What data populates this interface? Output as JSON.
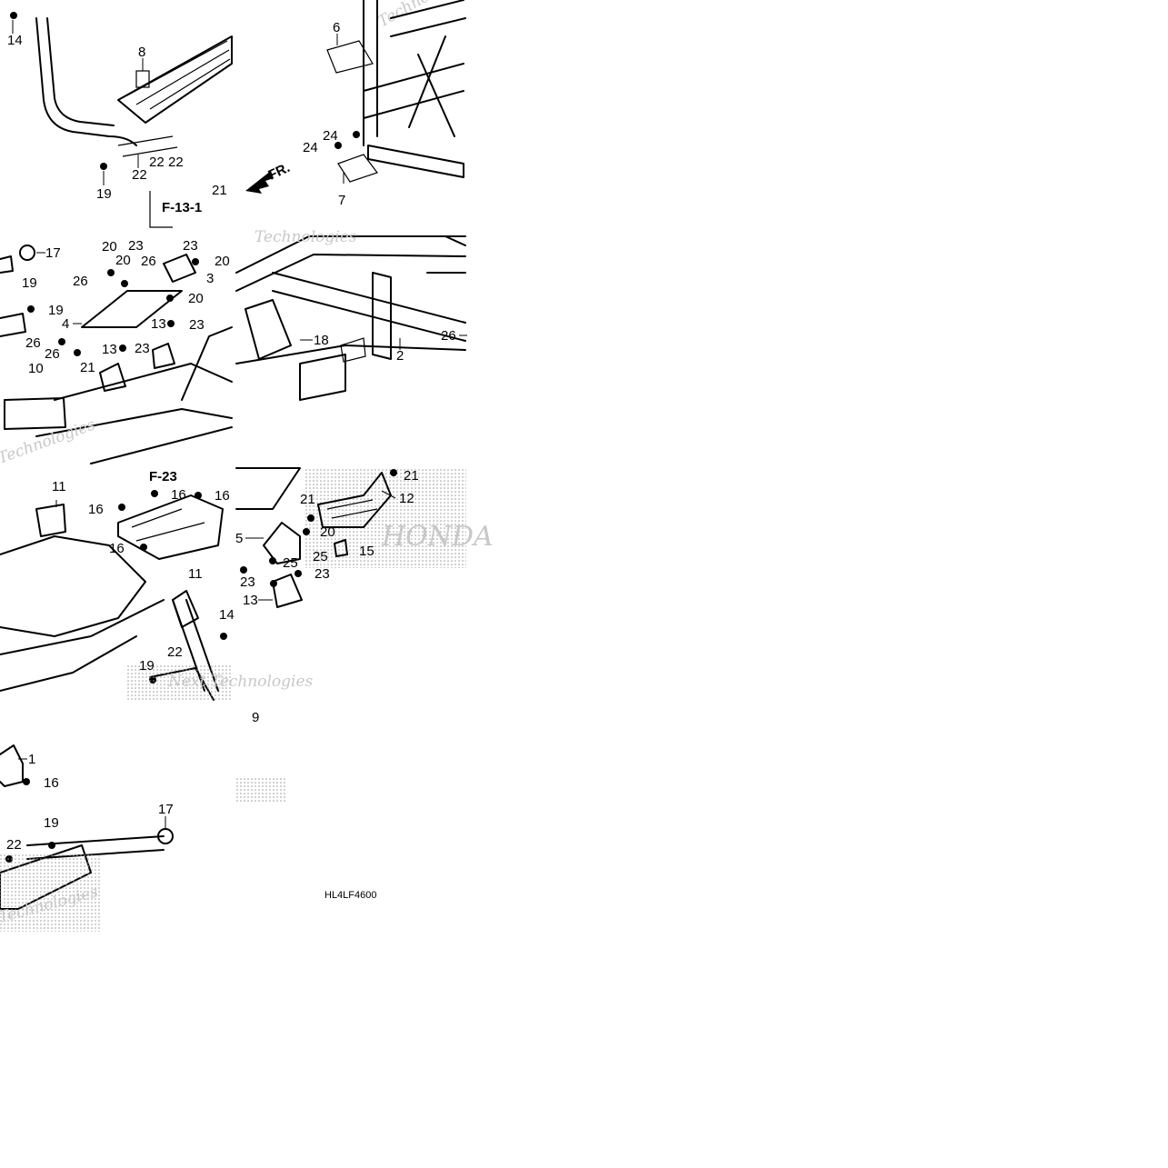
{
  "diagram": {
    "drawing_code": "HL4LF4600",
    "direction_label": "FR.",
    "ref_labels": [
      "F-13-1",
      "F-23"
    ],
    "watermark_texts": [
      "Technologies",
      "Next Technologies",
      "HONDA"
    ],
    "callouts": {
      "c1": "1",
      "c2": "2",
      "c3": "3",
      "c4": "4",
      "c5": "5",
      "c6": "6",
      "c7": "7",
      "c8": "8",
      "c9": "9",
      "c10": "10",
      "c11": "11",
      "c12": "12",
      "c13": "13",
      "c14": "14",
      "c15": "15",
      "c16": "16",
      "c17": "17",
      "c18": "18",
      "c19": "19",
      "c20": "20",
      "c21": "21",
      "c22": "22",
      "c23": "23",
      "c24": "24",
      "c25": "25",
      "c26": "26"
    }
  }
}
